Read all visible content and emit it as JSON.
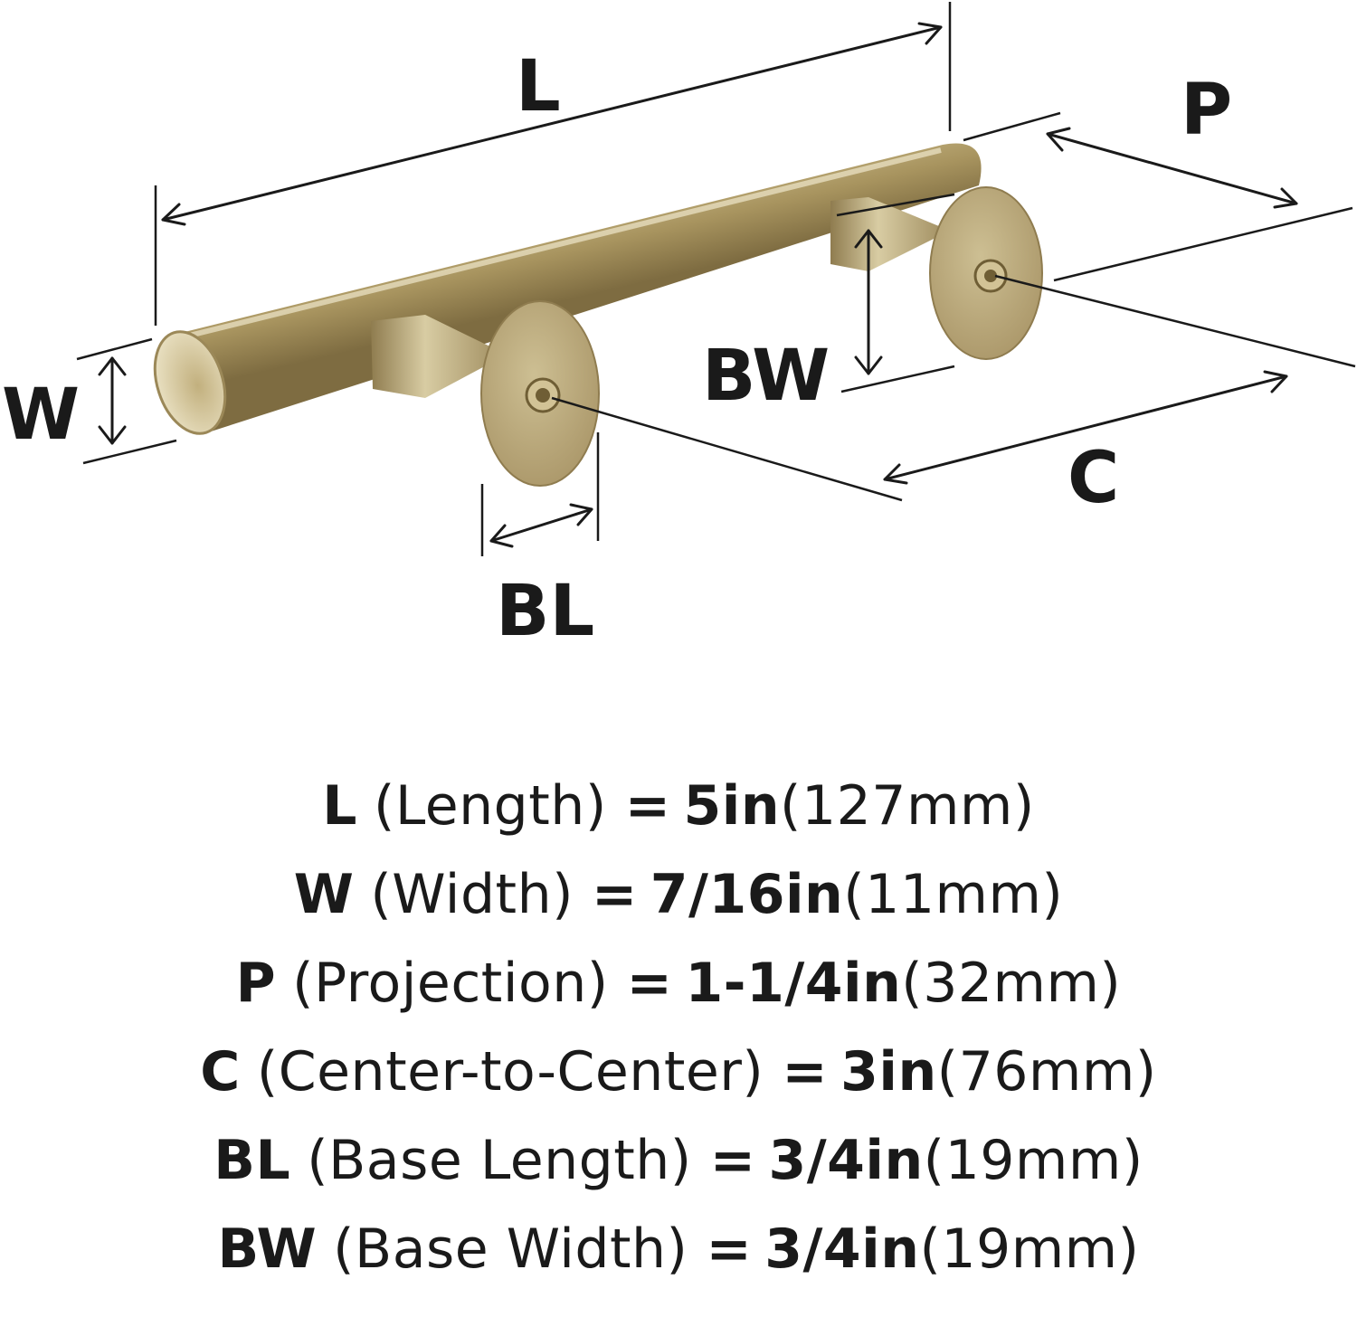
{
  "diagram": {
    "labels": {
      "L": "L",
      "P": "P",
      "W": "W",
      "BW": "BW",
      "C": "C",
      "BL": "BL"
    },
    "colors": {
      "brass_light": "#d8cca3",
      "brass_mid": "#b9a676",
      "brass_dark": "#8f7c4f",
      "line": "#1a1a1a"
    }
  },
  "specs": [
    {
      "key": "L",
      "name": "(Length)",
      "equals": "=",
      "imperial": "5in",
      "metric": "(127mm)"
    },
    {
      "key": "W",
      "name": "(Width)",
      "equals": "=",
      "imperial": "7/16in",
      "metric": "(11mm)"
    },
    {
      "key": "P",
      "name": "(Projection)",
      "equals": "=",
      "imperial": "1-1/4in",
      "metric": "(32mm)"
    },
    {
      "key": "C",
      "name": "(Center-to-Center)",
      "equals": "=",
      "imperial": "3in",
      "metric": "(76mm)"
    },
    {
      "key": "BL",
      "name": "(Base Length)",
      "equals": "=",
      "imperial": "3/4in",
      "metric": "(19mm)"
    },
    {
      "key": "BW",
      "name": "(Base Width)",
      "equals": "=",
      "imperial": "3/4in",
      "metric": "(19mm)"
    }
  ]
}
